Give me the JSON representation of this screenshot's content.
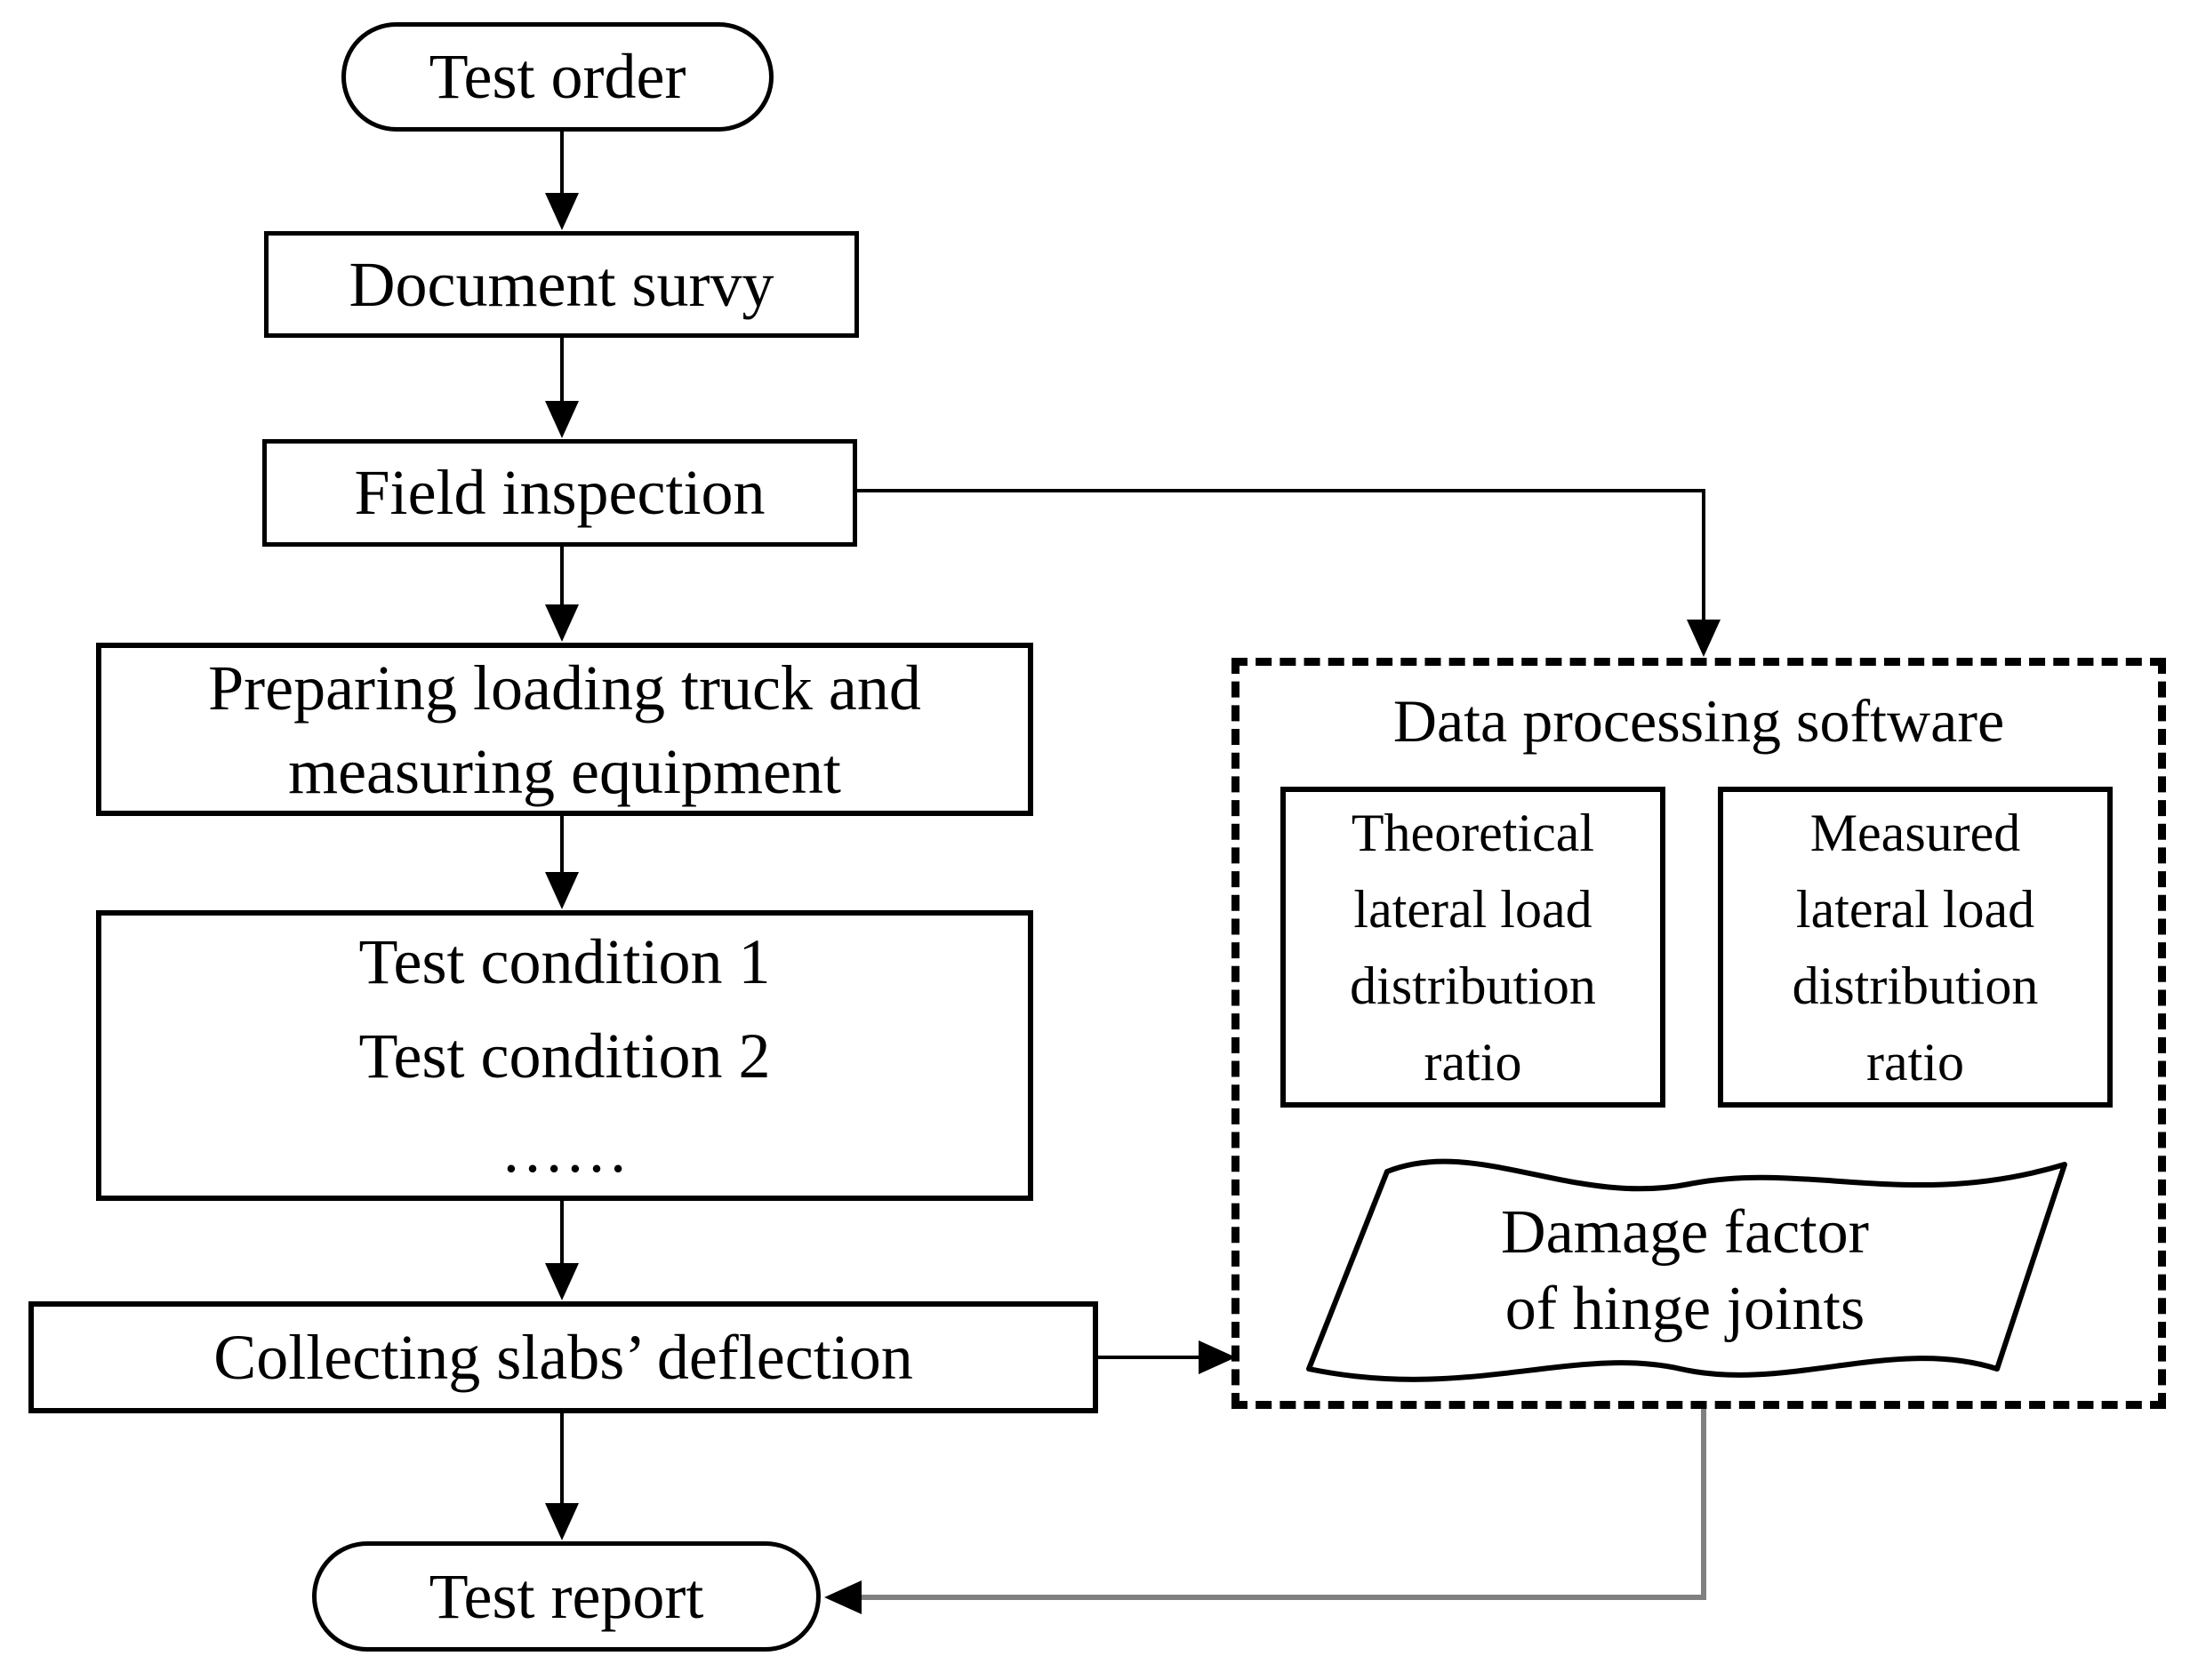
{
  "diagram": {
    "type": "flowchart",
    "colors": {
      "background": "#ffffff",
      "line": "#000000",
      "return_connector": "#808080"
    },
    "nodes": {
      "test_order": {
        "label": "Test order",
        "shape": "stadium"
      },
      "document_survey": {
        "label": "Document survy",
        "shape": "rect"
      },
      "field_inspection": {
        "label": "Field inspection",
        "shape": "rect"
      },
      "preparing": {
        "line1": "Preparing loading truck and",
        "line2": "measuring equipment",
        "shape": "rect"
      },
      "test_conditions": {
        "line1": "Test condition 1",
        "line2": "Test condition 2",
        "line3": "……",
        "shape": "rect"
      },
      "collecting": {
        "label": "Collecting slabs’ deflection",
        "shape": "rect"
      },
      "test_report": {
        "label": "Test report",
        "shape": "stadium"
      },
      "data_processing": {
        "title": "Data processing software",
        "shape": "dashed-container"
      },
      "theoretical": {
        "line1": "Theoretical",
        "line2": "lateral load",
        "line3": "distribution",
        "line4": "ratio",
        "shape": "rect"
      },
      "measured": {
        "line1": "Measured",
        "line2": "lateral load",
        "line3": "distribution",
        "line4": "ratio",
        "shape": "rect"
      },
      "damage_factor": {
        "line1": "Damage factor",
        "line2": "of hinge joints",
        "shape": "wave-banner"
      }
    },
    "edges": [
      {
        "from": "test_order",
        "to": "document_survey"
      },
      {
        "from": "document_survey",
        "to": "field_inspection"
      },
      {
        "from": "field_inspection",
        "to": "preparing"
      },
      {
        "from": "preparing",
        "to": "test_conditions"
      },
      {
        "from": "test_conditions",
        "to": "collecting"
      },
      {
        "from": "collecting",
        "to": "test_report"
      },
      {
        "from": "field_inspection",
        "to": "data_processing"
      },
      {
        "from": "collecting",
        "to": "data_processing"
      },
      {
        "from": "data_processing",
        "to": "test_report"
      }
    ]
  }
}
